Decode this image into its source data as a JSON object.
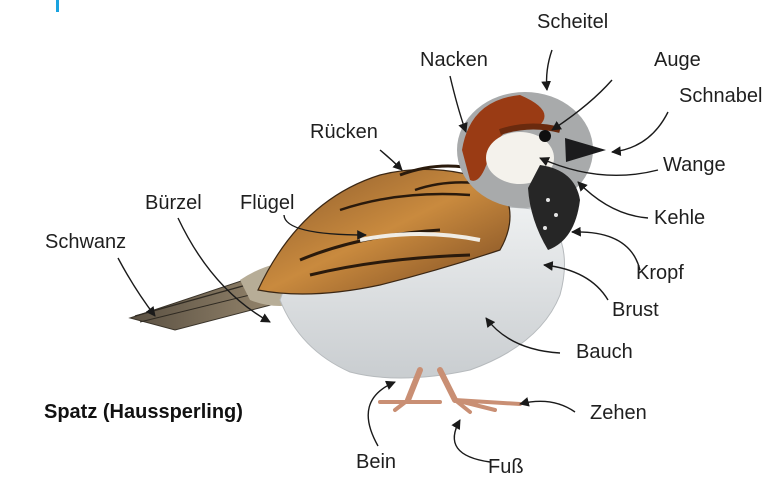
{
  "title": "Spatz (Haussperling)",
  "accent_color": "#1aa3e0",
  "labels": {
    "scheitel": "Scheitel",
    "nacken": "Nacken",
    "auge": "Auge",
    "schnabel": "Schnabel",
    "ruecken": "Rücken",
    "wange": "Wange",
    "buerzel": "Bürzel",
    "fluegel": "Flügel",
    "kehle": "Kehle",
    "schwanz": "Schwanz",
    "kropf": "Kropf",
    "brust": "Brust",
    "bauch": "Bauch",
    "zehen": "Zehen",
    "bein": "Bein",
    "fuss": "Fuß"
  }
}
